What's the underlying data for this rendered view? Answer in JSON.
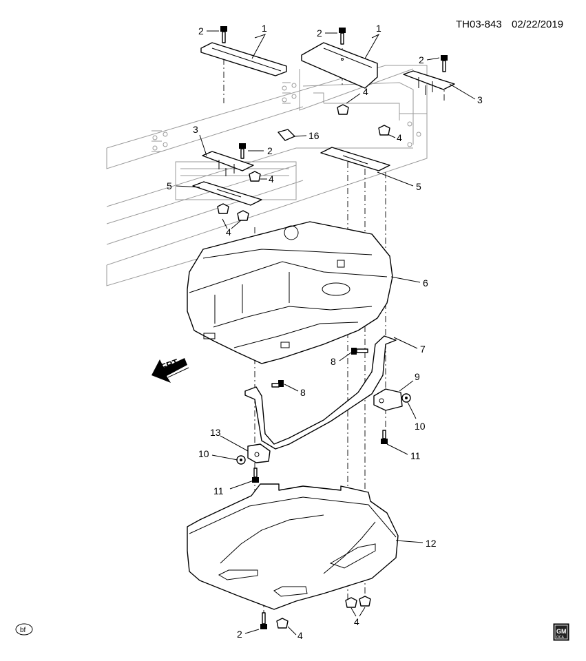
{
  "header": {
    "code": "TH03-843",
    "date": "02/22/2019"
  },
  "direction": {
    "label": "FRT"
  },
  "corner_mark": {
    "label": "bf"
  },
  "logo": {
    "line1": "GM",
    "line2": "OCA"
  },
  "callouts": [
    {
      "id": "c-1a",
      "label": "1"
    },
    {
      "id": "c-1b",
      "label": "1"
    },
    {
      "id": "c-2a",
      "label": "2"
    },
    {
      "id": "c-2b",
      "label": "2"
    },
    {
      "id": "c-2c",
      "label": "2"
    },
    {
      "id": "c-2d",
      "label": "2"
    },
    {
      "id": "c-2e",
      "label": "2"
    },
    {
      "id": "c-3a",
      "label": "3"
    },
    {
      "id": "c-3b",
      "label": "3"
    },
    {
      "id": "c-4a",
      "label": "4"
    },
    {
      "id": "c-4b",
      "label": "4"
    },
    {
      "id": "c-4c",
      "label": "4"
    },
    {
      "id": "c-4d",
      "label": "4"
    },
    {
      "id": "c-4e",
      "label": "4"
    },
    {
      "id": "c-4f",
      "label": "4"
    },
    {
      "id": "c-5a",
      "label": "5"
    },
    {
      "id": "c-5b",
      "label": "5"
    },
    {
      "id": "c-6",
      "label": "6"
    },
    {
      "id": "c-7",
      "label": "7"
    },
    {
      "id": "c-8a",
      "label": "8"
    },
    {
      "id": "c-8b",
      "label": "8"
    },
    {
      "id": "c-9",
      "label": "9"
    },
    {
      "id": "c-10a",
      "label": "10"
    },
    {
      "id": "c-10b",
      "label": "10"
    },
    {
      "id": "c-11a",
      "label": "11"
    },
    {
      "id": "c-11b",
      "label": "11"
    },
    {
      "id": "c-12",
      "label": "12"
    },
    {
      "id": "c-13",
      "label": "13"
    },
    {
      "id": "c-16",
      "label": "16"
    }
  ]
}
